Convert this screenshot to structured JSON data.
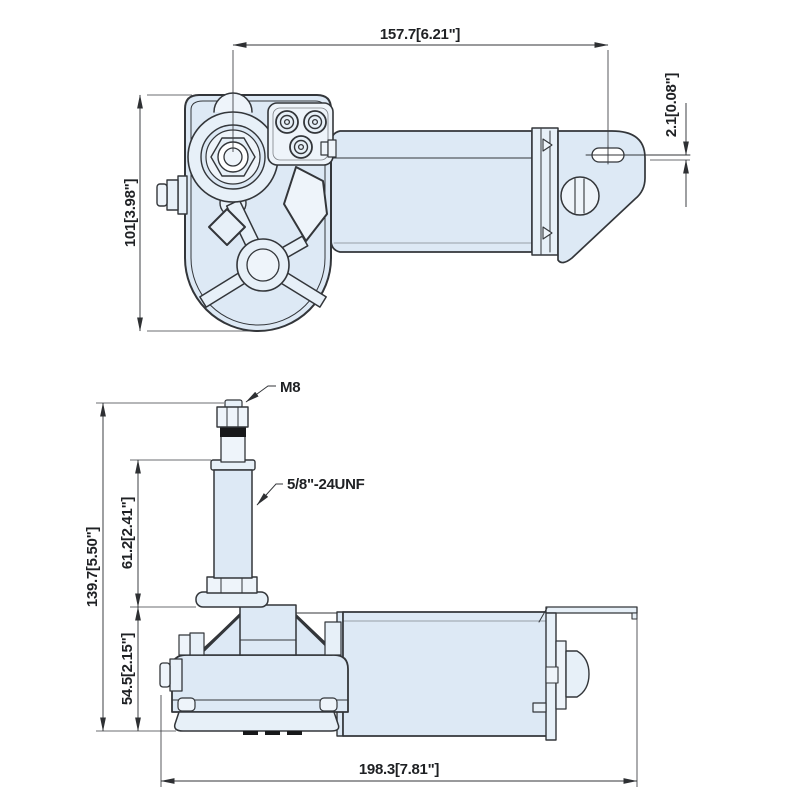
{
  "drawing": {
    "background": "#ffffff",
    "line_color": "#33363a",
    "fill_color": "#dde9f5",
    "top_view": {
      "dim_overall_width": "157.7[6.21\"]",
      "dim_slot_offset": "2.1[0.08\"]",
      "dim_overall_height": "101[3.98\"]"
    },
    "bottom_view": {
      "label_nut_thread": "M8",
      "label_shaft_thread": "5/8\"-24UNF",
      "dim_overall_height": "139.7[5.50\"]",
      "dim_shaft_exposed": "61.2[2.41\"]",
      "dim_lower_body": "54.5[2.15\"]",
      "dim_overall_length": "198.3[7.81\"]"
    }
  }
}
